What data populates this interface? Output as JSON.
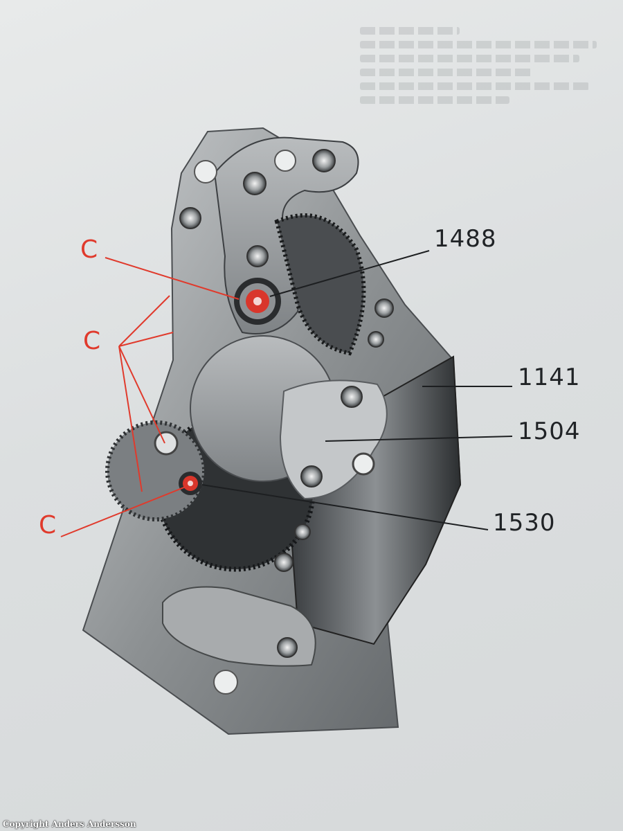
{
  "figure": {
    "part_labels": [
      "1488",
      "1141",
      "1504",
      "1530"
    ],
    "callout_letter": "C",
    "callout_color": "#e03a2c",
    "jewel_color": "#d9362b"
  },
  "copyright": "Copyright Anders Andersson"
}
